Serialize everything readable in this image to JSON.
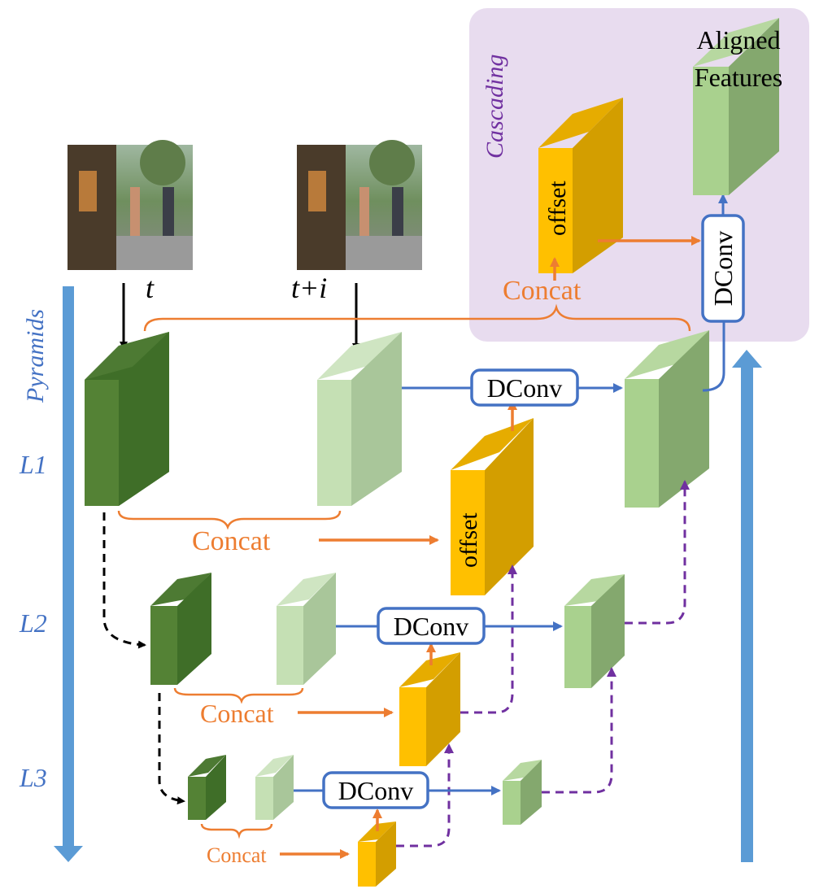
{
  "cascading": {
    "label": "Cascading",
    "output_title_line1": "Aligned",
    "output_title_line2": "Features",
    "offset_label": "offset",
    "concat_label": "Concat",
    "dconv_label": "DConv"
  },
  "inputs": {
    "t_label": "t",
    "ti_label": "t+i"
  },
  "pyramids_label": "Pyramids",
  "levels": [
    {
      "label": "L1",
      "concat_label": "Concat",
      "dconv_label": "DConv",
      "offset_label": "offset"
    },
    {
      "label": "L2",
      "concat_label": "Concat",
      "dconv_label": "DConv"
    },
    {
      "label": "L3",
      "concat_label": "Concat",
      "dconv_label": "DConv"
    }
  ],
  "colors": {
    "orange": "#ed7d31",
    "blue": "#4472c4",
    "pyramid_blue": "#5b9bd5",
    "purple": "#7030a0",
    "cascade_bg": "#e8dcef",
    "feature_t_front": "#548235",
    "feature_t_side": "#3f6e28",
    "feature_ti_front": "#c5e0b4",
    "feature_ti_side": "#a9c69a",
    "aligned_front": "#a9d18e",
    "aligned_side": "#84a86e",
    "offset_front": "#ffc000",
    "offset_side": "#d39e00"
  }
}
